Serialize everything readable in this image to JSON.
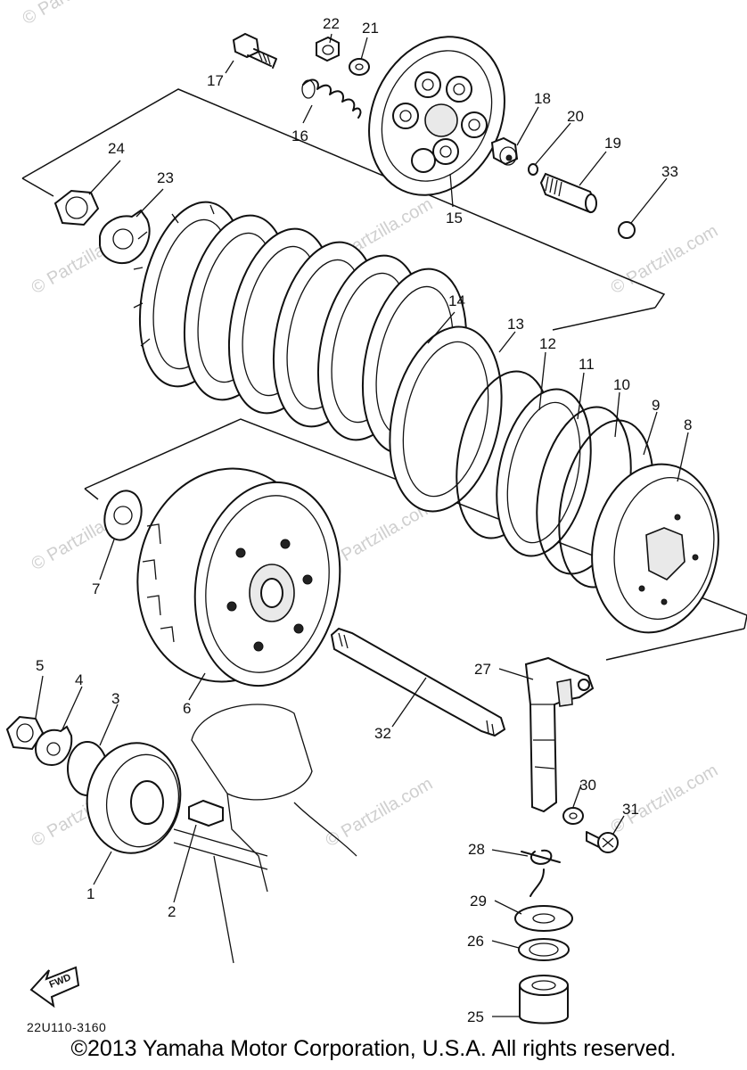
{
  "diagram": {
    "labels": {
      "p1": "1",
      "p2": "2",
      "p3": "3",
      "p4": "4",
      "p5": "5",
      "p6": "6",
      "p7": "7",
      "p8": "8",
      "p9": "9",
      "p10": "10",
      "p11": "11",
      "p12": "12",
      "p13": "13",
      "p14": "14",
      "p15": "15",
      "p16": "16",
      "p17": "17",
      "p18": "18",
      "p19": "19",
      "p20": "20",
      "p21": "21",
      "p22": "22",
      "p23": "23",
      "p24": "24",
      "p25": "25",
      "p26": "26",
      "p27": "27",
      "p28": "28",
      "p29": "29",
      "p30": "30",
      "p31": "31",
      "p32": "32",
      "p33": "33"
    },
    "fwd_label": "FWD",
    "watermark": "© Partzilla.com",
    "diagram_code": "22U110-3160"
  },
  "footer": {
    "copyright": "©2013 Yamaha Motor Corporation, U.S.A. All rights reserved."
  }
}
